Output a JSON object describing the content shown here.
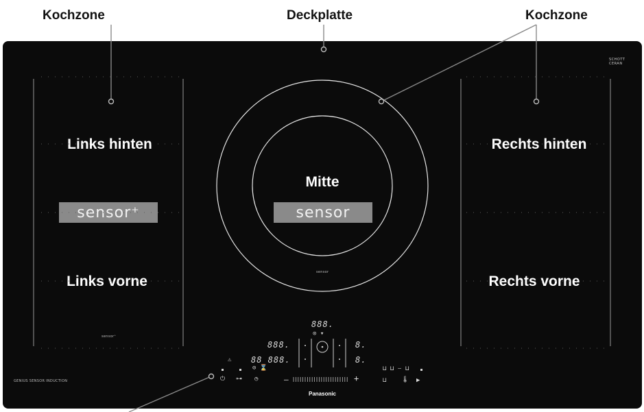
{
  "callouts": {
    "left_zone": "Kochzone",
    "top_plate": "Deckplatte",
    "right_zone": "Kochzone"
  },
  "zones": {
    "left_rear": "Links hinten",
    "left_front": "Links vorne",
    "center": "Mitte",
    "right_rear": "Rechts hinten",
    "right_front": "Rechts vorne"
  },
  "badges": {
    "left": "sensor⁺",
    "center": "sensor"
  },
  "small_print": {
    "center_sensor": "sensor",
    "left_sensor": "sensor⁺",
    "product_line": "GENIUS SENSOR INDUCTION",
    "schott_line1": "SCHOTT",
    "schott_line2": "CERAN"
  },
  "controls": {
    "top_display": "888.",
    "left_display_top": "888.",
    "left_display_bottom": "88 888.",
    "right_digit_top": "8.",
    "right_digit_bottom": "8.",
    "minus": "—",
    "plus": "+",
    "brand": "Panasonic"
  },
  "icons": {
    "warning": "warning-triangle-icon",
    "power": "power-icon",
    "lock": "key-lock-icon",
    "timer": "timer-icon",
    "pot_row": "cookware-symbols-icon",
    "thermometer": "thermometer-icon",
    "play_pause": "play-pause-icon"
  }
}
